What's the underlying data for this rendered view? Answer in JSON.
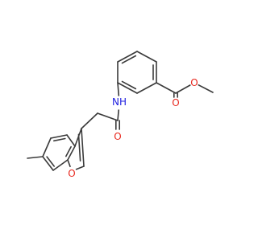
{
  "diagram": {
    "type": "skeletal-structure",
    "colors": {
      "bond": "#3a3a3a",
      "carbon": "#3a3a3a",
      "oxygen": "#e8281e",
      "nitrogen": "#2020e0"
    },
    "atom_labels": {
      "ester_carbonyl_o": "O",
      "ester_ether_o": "O",
      "amide_nh": "NH",
      "amide_carbonyl_o": "O",
      "furan_o": "O"
    }
  }
}
